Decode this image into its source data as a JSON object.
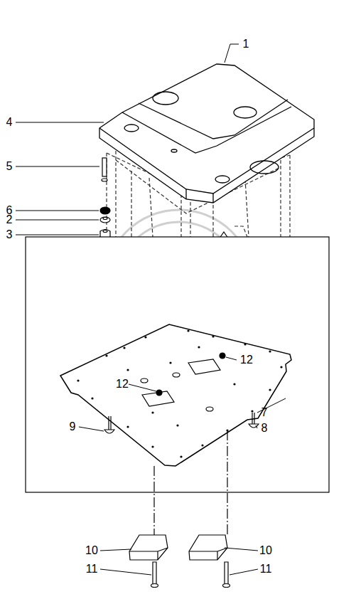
{
  "diagram": {
    "labels": [
      "1",
      "4",
      "5",
      "6",
      "2",
      "3",
      "12",
      "12",
      "7",
      "8",
      "9",
      "10",
      "10",
      "11",
      "11"
    ]
  }
}
